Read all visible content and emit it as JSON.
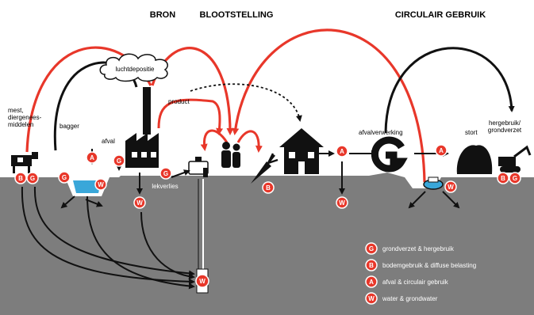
{
  "headers": {
    "bron": "BRON",
    "blootstelling": "BLOOTSTELLING",
    "circulair": "CIRCULAIR GEBRUIK"
  },
  "labels": {
    "luchtdepositie": "luchtdepositie",
    "mest": "mest,",
    "diergeneesmiddelen_1": "diergenees-",
    "diergeneesmiddelen_2": "middelen",
    "bagger": "bagger",
    "afval": "afval",
    "product": "product",
    "afvalverwerking": "afvalverwerking",
    "stort": "stort",
    "hergebruik_1": "hergebruik/",
    "hergebruik_2": "grondverzet",
    "lekverlies": "lekverlies"
  },
  "badges": {
    "G": "G",
    "B": "B",
    "A": "A",
    "W": "W"
  },
  "legend": [
    {
      "letter": "G",
      "text": "grondverzet & hergebruik"
    },
    {
      "letter": "B",
      "text": "bodemgebruik & diffuse belasting"
    },
    {
      "letter": "A",
      "text": "afval & circulair gebruik"
    },
    {
      "letter": "W",
      "text": "water & grondwater"
    }
  ],
  "colors": {
    "red": "#e8372a",
    "ground": "#7d7d7d",
    "black": "#111111",
    "water": "#3aa7d9"
  }
}
